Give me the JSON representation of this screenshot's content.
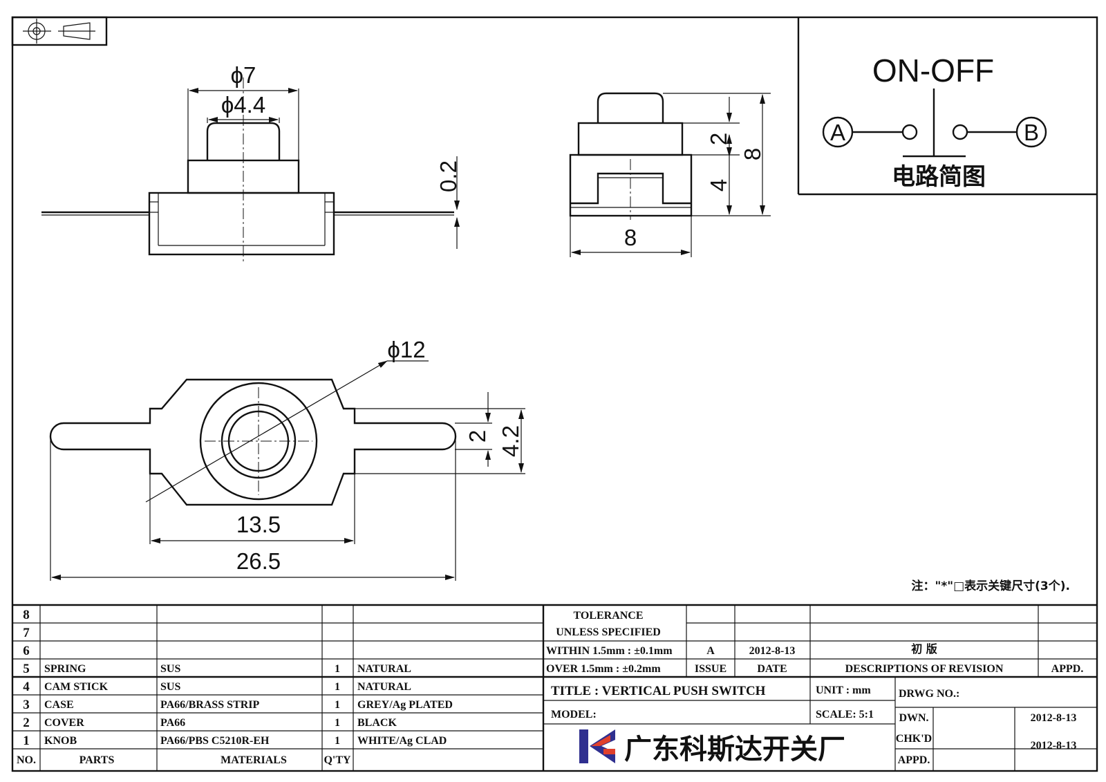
{
  "dimensions": {
    "d7": "ϕ7",
    "d44": "ϕ4.4",
    "d02": "0.2",
    "side_2": "2",
    "side_4": "4",
    "side_8v": "8",
    "side_8h": "8",
    "d12": "ϕ12",
    "bot_2": "2",
    "bot_42": "4.2",
    "d135": "13.5",
    "d265": "26.5"
  },
  "circuit": {
    "title": "ON-OFF",
    "terminal_a": "A",
    "terminal_b": "B",
    "caption": "电路简图"
  },
  "note": "注：\"*\"□表示关键尺寸(3个).",
  "bom": {
    "rows": [
      {
        "no": "8",
        "part": "",
        "material": "",
        "qty": "",
        "finish": ""
      },
      {
        "no": "7",
        "part": "",
        "material": "",
        "qty": "",
        "finish": ""
      },
      {
        "no": "6",
        "part": "",
        "material": "",
        "qty": "",
        "finish": ""
      },
      {
        "no": "5",
        "part": "SPRING",
        "material": "SUS",
        "qty": "1",
        "finish": "NATURAL"
      },
      {
        "no": "4",
        "part": "CAM STICK",
        "material": "SUS",
        "qty": "1",
        "finish": "NATURAL"
      },
      {
        "no": "3",
        "part": "CASE",
        "material": "PA66/BRASS STRIP",
        "qty": "1",
        "finish": "GREY/Ag PLATED"
      },
      {
        "no": "2",
        "part": "COVER",
        "material": "PA66",
        "qty": "1",
        "finish": "BLACK"
      },
      {
        "no": "1",
        "part": "KNOB",
        "material": "PA66/PBS C5210R-EH",
        "qty": "1",
        "finish": "WHITE/Ag CLAD"
      }
    ],
    "header": {
      "no": "NO.",
      "parts": "PARTS",
      "materials": "MATERIALS",
      "qty": "Q'TY"
    }
  },
  "title_block": {
    "tolerance_1": "TOLERANCE",
    "tolerance_2": "UNLESS  SPECIFIED",
    "within": "WITHIN 1.5mm : ±0.1mm",
    "over": "OVER 1.5mm : ±0.2mm",
    "issue_value": "A",
    "date_value": "2012-8-13",
    "revision_desc": "初  版",
    "issue_label": "ISSUE",
    "date_label": "DATE",
    "desc_label": "DESCRIPTIONS OF REVISION",
    "appd_label": "APPD.",
    "title": "TITLE :  VERTICAL PUSH SWITCH",
    "unit": "UNIT :  mm",
    "drwg_no": "DRWG NO.:",
    "model": "MODEL:",
    "scale": "SCALE:  5:1",
    "dwn": "DWN.",
    "dwn_date": "2012-8-13",
    "chkd": "CHK'D",
    "appd2": "APPD.",
    "chk_date": "2012-8-13",
    "company": "广东科斯达开关厂"
  }
}
